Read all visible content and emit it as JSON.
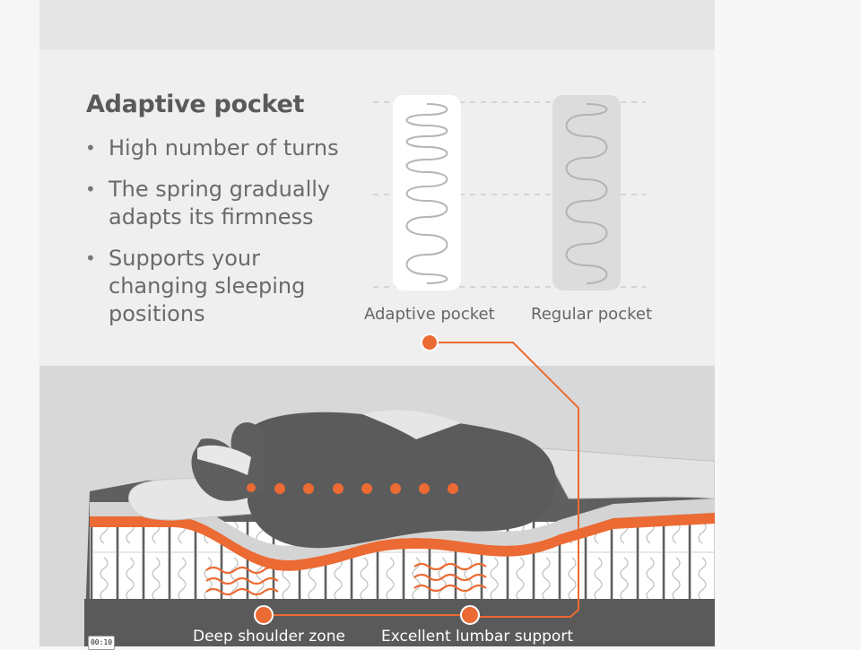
{
  "heading": "Adaptive pocket",
  "bullets": [
    {
      "line1": "High number of turns",
      "line2": "",
      "line3": ""
    },
    {
      "line1": "The spring gradually",
      "line2": "adapts its firmness",
      "line3": ""
    },
    {
      "line1": "Supports your",
      "line2": "changing sleeping",
      "line3": "positions"
    }
  ],
  "bullet_glyph": "•",
  "springs": {
    "adaptive_label": "Adaptive pocket",
    "regular_label": "Regular pocket"
  },
  "zones": {
    "shoulder_label": "Deep shoulder zone",
    "lumbar_label": "Excellent lumbar support"
  },
  "video_timestamp": "00:10",
  "colors": {
    "accent_orange": "#ec6a33",
    "body_gray": "#5b5b5b",
    "text_gray": "#5a5a5a",
    "background": "#efefef"
  }
}
